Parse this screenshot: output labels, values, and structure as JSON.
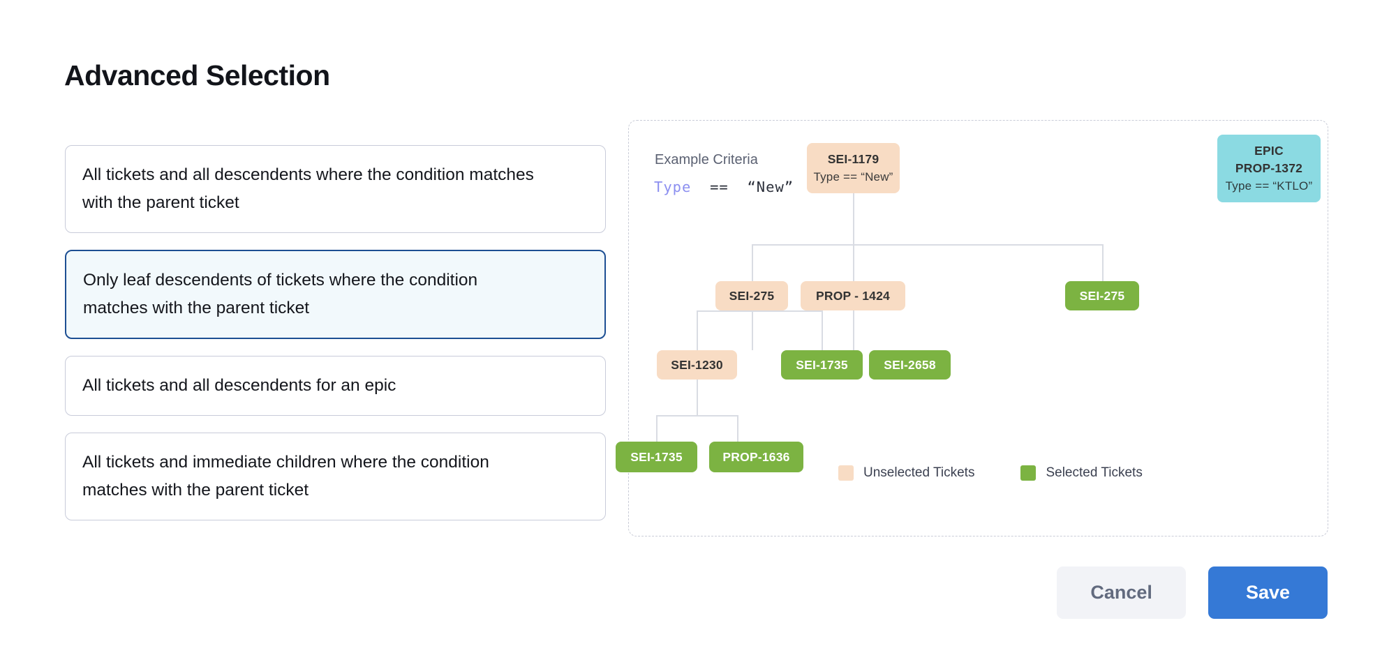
{
  "page": {
    "title": "Advanced Selection"
  },
  "options": [
    {
      "id": "all-descendents-condition",
      "label": "All tickets and all descendents where the condition matches with the parent ticket",
      "selected": false
    },
    {
      "id": "leaf-descendents-condition",
      "label": "Only leaf descendents of tickets where the condition matches with the parent ticket",
      "selected": true
    },
    {
      "id": "all-descendents-epic",
      "label": "All tickets and all descendents for an epic",
      "selected": false
    },
    {
      "id": "immediate-children-condition",
      "label": "All tickets and immediate children where the condition matches with the parent ticket",
      "selected": false
    }
  ],
  "diagram": {
    "criteria_label": "Example Criteria",
    "criteria_field": "Type",
    "criteria_operator": "==",
    "criteria_value": "“New”",
    "nodes": [
      {
        "id": "sei-1179",
        "title": "SEI-1179",
        "subtitle": "Type == “New”",
        "state": "unselected"
      },
      {
        "id": "prop-1372",
        "title": "EPIC",
        "title2": "PROP-1372",
        "subtitle": "Type == “KTLO”",
        "state": "epic"
      },
      {
        "id": "sei-275-a",
        "title": "SEI-275",
        "state": "unselected"
      },
      {
        "id": "prop-1424",
        "title": "PROP - 1424",
        "state": "unselected"
      },
      {
        "id": "sei-275-b",
        "title": "SEI-275",
        "state": "selected"
      },
      {
        "id": "sei-1230",
        "title": "SEI-1230",
        "state": "unselected"
      },
      {
        "id": "sei-1735-a",
        "title": "SEI-1735",
        "state": "selected"
      },
      {
        "id": "sei-2658",
        "title": "SEI-2658",
        "state": "selected"
      },
      {
        "id": "sei-1735-b",
        "title": "SEI-1735",
        "state": "selected"
      },
      {
        "id": "prop-1636",
        "title": "PROP-1636",
        "state": "selected"
      }
    ],
    "legend": [
      {
        "id": "unselected",
        "label": "Unselected Tickets",
        "color": "#f8dcc4"
      },
      {
        "id": "selected",
        "label": "Selected Tickets",
        "color": "#7cb342"
      }
    ]
  },
  "footer": {
    "cancel_label": "Cancel",
    "save_label": "Save"
  },
  "colors": {
    "unselected": "#f8dcc4",
    "selected": "#7cb342",
    "epic": "#8bdae2",
    "accent": "#3579d6",
    "selected_card_border": "#1d4f93",
    "selected_card_bg": "#f2f9fc"
  }
}
